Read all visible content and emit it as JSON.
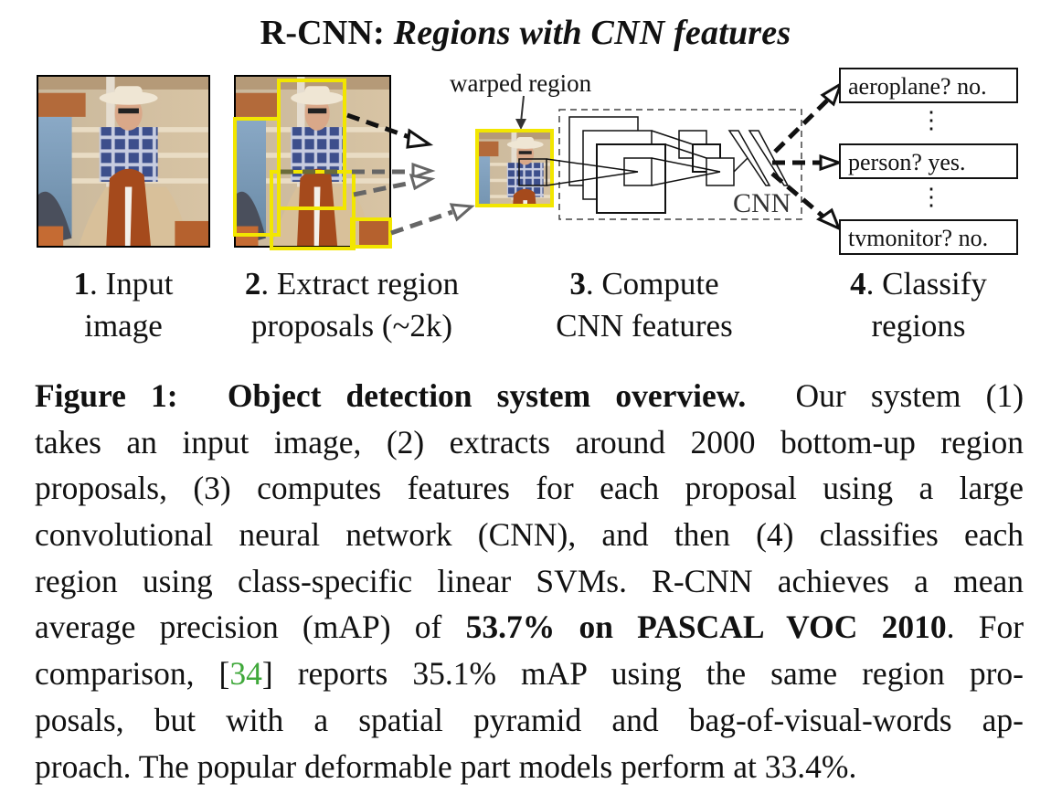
{
  "figure": {
    "title_bold": "R-CNN:",
    "title_italic": "Regions with CNN features",
    "labels": {
      "warped_region": "warped region",
      "cnn": "CNN"
    },
    "classes": [
      {
        "text": "aeroplane? no."
      },
      {
        "text": "person? yes."
      },
      {
        "text": "tvmonitor? no."
      }
    ],
    "vdots": "⋮",
    "steps": [
      {
        "num": "1",
        "line1": ". Input",
        "line2": "image"
      },
      {
        "num": "2",
        "line1": ". Extract region",
        "line2": "proposals (~2k)"
      },
      {
        "num": "3",
        "line1": ". Compute",
        "line2": "CNN features"
      },
      {
        "num": "4",
        "line1": ". Classify",
        "line2": "regions"
      }
    ],
    "colors": {
      "proposal_box": "#f2e600",
      "citation": "#3fa83a",
      "arrow_dark": "#111111",
      "arrow_gray": "#666666"
    }
  },
  "caption": {
    "label": "Figure 1:",
    "heading": "Object detection system overview.",
    "l1_rest": "Our system (1)",
    "l2": "takes an input image, (2) extracts around 2000 bottom-up region",
    "l3": "proposals, (3) computes features for each proposal using a large",
    "l4": "convolutional neural network (CNN), and then (4) classifies each",
    "l5": "region using class-specific linear SVMs. R-CNN achieves a mean",
    "l6_a": "average precision (mAP) of",
    "l6_bold": "53.7% on PASCAL VOC 2010",
    "l6_b": ". For",
    "l7_a": "comparison, [",
    "l7_cite": "34",
    "l7_b": "] reports 35.1% mAP using the same region pro-",
    "l8": "posals, but with a spatial pyramid and bag-of-visual-words ap-",
    "l9": "proach. The popular deformable part models perform at 33.4%."
  }
}
